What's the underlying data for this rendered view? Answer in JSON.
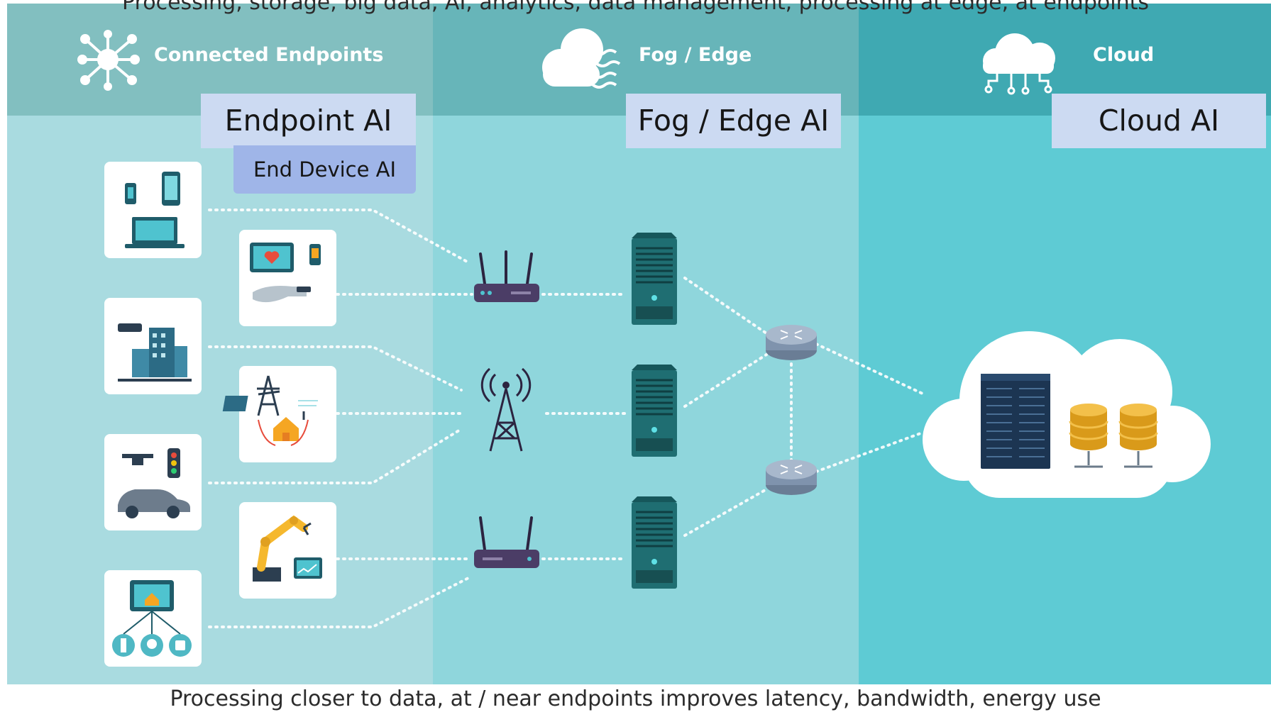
{
  "captions": {
    "top": "Processing, storage, big data, AI, analytics, data management, processing at edge, at endpoints",
    "bottom": "Processing closer to data, at / near endpoints improves latency, bandwidth, energy use"
  },
  "sections": {
    "endpoints": {
      "heading": "Connected Endpoints",
      "icon": "network-hub-icon"
    },
    "fog": {
      "heading": "Fog / Edge",
      "icon": "fog-cloud-icon"
    },
    "cloud": {
      "heading": "Cloud",
      "icon": "cloud-circuit-icon"
    }
  },
  "tags": {
    "endpoint_ai": "Endpoint AI",
    "end_device_ai": "End Device AI",
    "fog_edge_ai": "Fog / Edge AI",
    "cloud_ai": "Cloud AI"
  },
  "endpoint_devices": {
    "outer": [
      "wearables-laptop-icon",
      "smart-building-camera-icon",
      "drone-car-traffic-icon",
      "smart-home-tablet-icon"
    ],
    "inner": [
      "health-monitor-icon",
      "energy-grid-icon",
      "industrial-robot-icon"
    ]
  },
  "network": [
    "router-icon",
    "cell-tower-icon",
    "router-icon"
  ],
  "servers": [
    "server-icon",
    "server-icon",
    "server-icon"
  ],
  "switches": [
    "switch-icon",
    "switch-icon"
  ],
  "cloud_datacenter": [
    "server-rack-icon",
    "database-icon",
    "database-icon"
  ],
  "colors": {
    "endpoints_bg": "#a9dbe0",
    "fog_bg": "#8fd6dc",
    "cloud_bg": "#5ecbd4",
    "tag_bg": "#ccdaf2",
    "subtag_bg": "#9fb5e8",
    "server": "#1f6e72",
    "router": "#4b3d66"
  }
}
